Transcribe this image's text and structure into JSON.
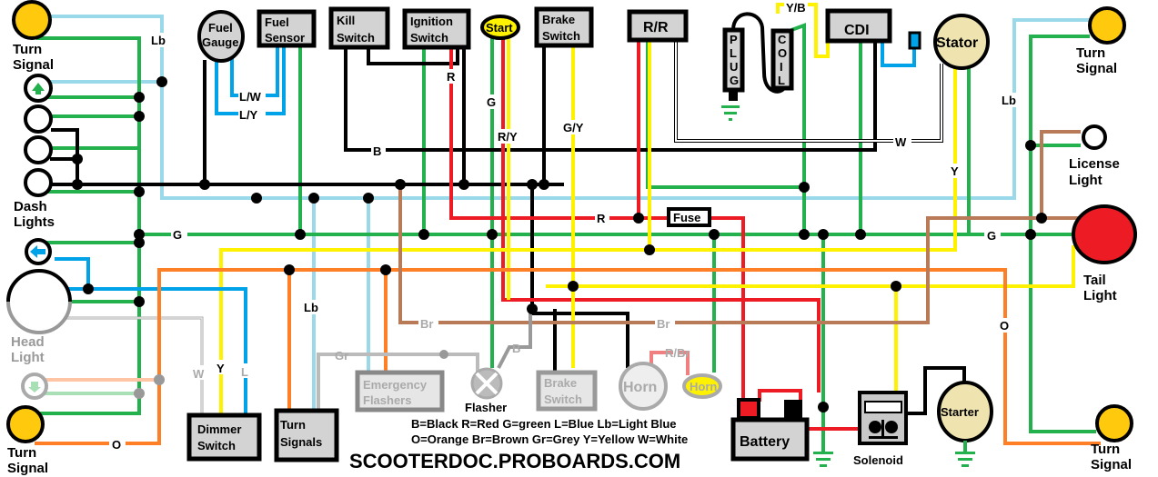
{
  "colors": {
    "green": "#22b14c",
    "light_blue": "#99d9ea",
    "black": "#000000",
    "red": "#ed1c24",
    "yellow": "#fff200",
    "orange": "#ff7f27",
    "brown": "#b97a57",
    "blue": "#00a2e8",
    "turn_signal": "#ffc90e",
    "grey": "#d3d3d3",
    "stator": "#efe4b0"
  },
  "components": {
    "turn_signal_tl": "Turn",
    "turn_signal_tl2": "Signal",
    "dash_lights": "Dash",
    "dash_lights2": "Lights",
    "head_light": "Head",
    "head_light2": "Light",
    "turn_signal_bl": "Turn",
    "turn_signal_bl2": "Signal",
    "fuel_gauge": "Fuel",
    "fuel_gauge2": "Gauge",
    "fuel_sensor": "Fuel",
    "fuel_sensor2": "Sensor",
    "kill_switch": "Kill",
    "kill_switch2": "Switch",
    "ignition_switch": "Ignition",
    "ignition_switch2": "Switch",
    "start": "Start",
    "brake_switch_top": "Brake",
    "brake_switch_top2": "Switch",
    "rr": "R/R",
    "plug": [
      "P",
      "L",
      "U",
      "G"
    ],
    "coil": [
      "C",
      "O",
      "I",
      "L"
    ],
    "cdi": "CDI",
    "stator": "Stator",
    "turn_signal_tr": "Turn",
    "turn_signal_tr2": "Signal",
    "license_light": "License",
    "license_light2": "Light",
    "tail_light": "Tail",
    "tail_light2": "Light",
    "turn_signal_br": "Turn",
    "turn_signal_br2": "Signal",
    "fuse": "Fuse",
    "battery": "Battery",
    "solenoid": "Solenoid",
    "starter": "Starter",
    "horn_grey": "Horn",
    "horn_yellow": "Horn",
    "flasher": "Flasher",
    "emergency_flashers": "Emergency",
    "emergency_flashers2": "Flashers",
    "brake_switch_bottom": "Brake",
    "brake_switch_bottom2": "Switch",
    "dimmer_switch": "Dimmer",
    "dimmer_switch2": "Switch",
    "turn_signals": "Turn",
    "turn_signals2": "Signals"
  },
  "wire_labels": {
    "lb_top": "Lb",
    "g_left": "G",
    "b_mid": "B",
    "r_ign": "R",
    "g_start": "G",
    "ry_start": "R/Y",
    "gy_brake": "G/Y",
    "lw": "L/W",
    "ly": "L/Y",
    "w_stator": "W",
    "y_stator": "Y",
    "lb_right": "Lb",
    "g_right": "G",
    "r_fuse": "R",
    "yb": "Y/B",
    "lb_mid": "Lb",
    "o_left": "O",
    "o_right": "O",
    "br_left": "Br",
    "br_right": "Br",
    "b_flasher": "B",
    "gr": "Gr",
    "w_dim": "W",
    "y_dim": "Y",
    "l_dim": "L",
    "rbr": "R/Br"
  },
  "legend": {
    "line1": "B=Black R=Red G=green L=Blue Lb=Light Blue",
    "line2": "O=Orange Br=Brown Gr=Grey Y=Yellow W=White"
  },
  "watermark": "SCOOTERDOC.PROBOARDS.COM"
}
